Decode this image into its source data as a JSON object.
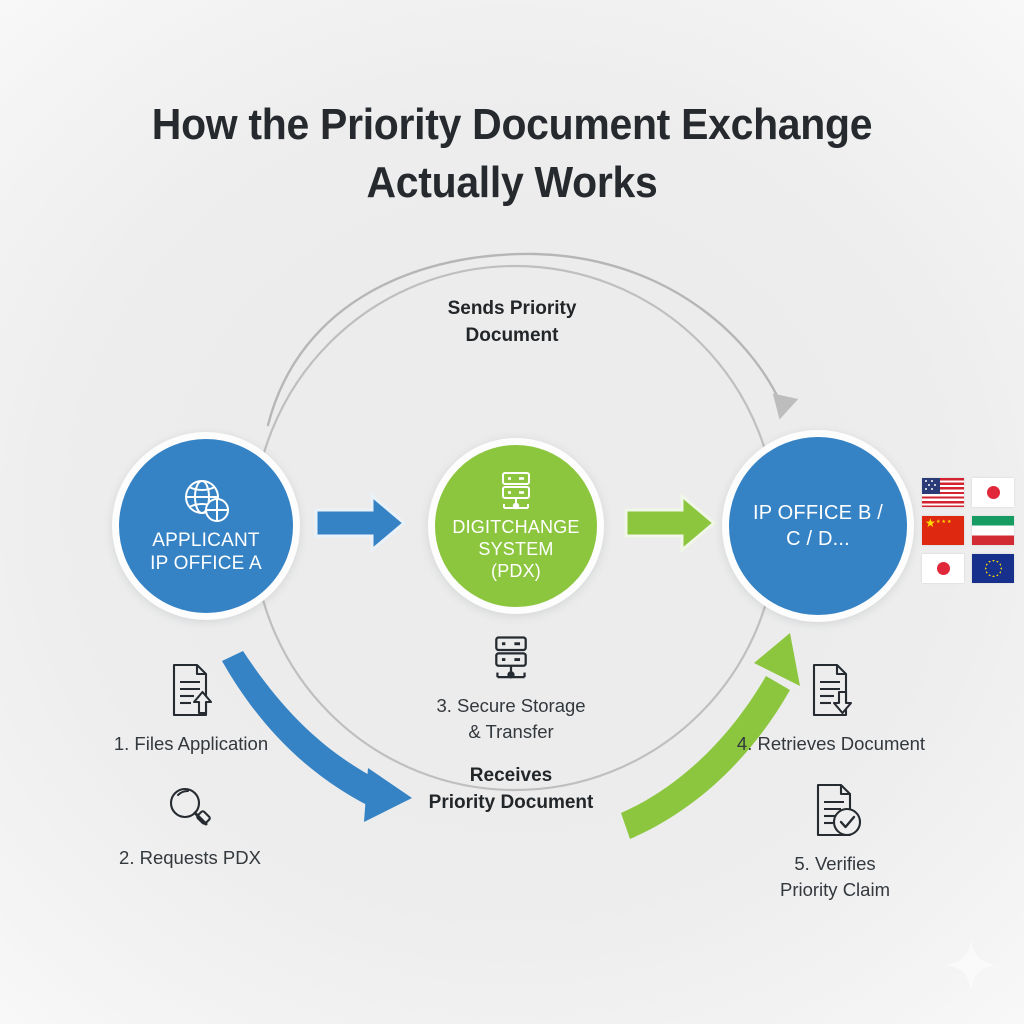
{
  "title": {
    "line1": "How the Priority Document Exchange",
    "line2": "Actually Works"
  },
  "colors": {
    "background": "#efefef",
    "blue": "#3583c5",
    "green": "#8cc63f",
    "grey_path": "#b9b9b9",
    "title_text": "#26292d",
    "body_text": "#33383d",
    "node_text": "#ffffff"
  },
  "nodes": [
    {
      "id": "applicant-ip-office-a",
      "icon": "globe-network-icon",
      "label_line1": "APPLICANT",
      "label_line2": "IP OFFICE A",
      "color": "#3583c5"
    },
    {
      "id": "digital-exchange-system-pdx",
      "icon": "server-rack-icon",
      "label_line1": "DIGITCHANGE",
      "label_line2": "SYSTEM",
      "label_line3": "(PDX)",
      "color": "#8cc63f"
    },
    {
      "id": "ip-office-b-c-d",
      "label_line1": "IP OFFICE B /",
      "label_line2": "C / D...",
      "color": "#3583c5"
    }
  ],
  "flags": [
    {
      "name": "united-states",
      "class": "flag-us"
    },
    {
      "name": "japan",
      "class": "flag-jp"
    },
    {
      "name": "china",
      "class": "flag-cn"
    },
    {
      "name": "italy",
      "class": "flag-it"
    },
    {
      "name": "japan",
      "class": "flag-jp"
    },
    {
      "name": "european-union",
      "class": "flag-eu"
    }
  ],
  "captions": {
    "sends_line1": "Sends Priority",
    "sends_line2": "Document",
    "receives_line1": "Receives",
    "receives_line2": "Priority Document"
  },
  "steps": [
    {
      "id": "files-application",
      "icon": "document-upload-icon",
      "text": "1. Files Application"
    },
    {
      "id": "requests-pdx",
      "icon": "magnifier-icon",
      "text": "2. Requests PDX"
    },
    {
      "id": "secure-storage-transfer",
      "icon": "server-rack-icon",
      "text": "3. Secure Storage\n& Transfer"
    },
    {
      "id": "retrieves-document",
      "icon": "document-download-icon",
      "text": "4. Retrieves Document"
    },
    {
      "id": "verifies-priority-claim",
      "icon": "document-check-icon",
      "text": "5. Verifies\nPriority Claim"
    }
  ],
  "connectors": [
    {
      "name": "arrow-a-to-b",
      "style": "straight-block",
      "color": "#3583c5"
    },
    {
      "name": "arrow-b-to-c",
      "style": "straight-block",
      "color": "#8cc63f"
    },
    {
      "name": "arrow-sends-priority-document",
      "style": "curved-thin",
      "color": "#b4b4b4"
    },
    {
      "name": "arrow-receives-priority-document",
      "style": "curved-tapered",
      "color": "#3583c5"
    },
    {
      "name": "arrow-retrieves-to-office",
      "style": "curved-tapered",
      "color": "#8cc63f"
    },
    {
      "name": "background-cycle-circle",
      "style": "outline-circle",
      "color": "#bdbdbd"
    }
  ],
  "decoration": {
    "sparkle": "four-point-star-sparkle"
  }
}
